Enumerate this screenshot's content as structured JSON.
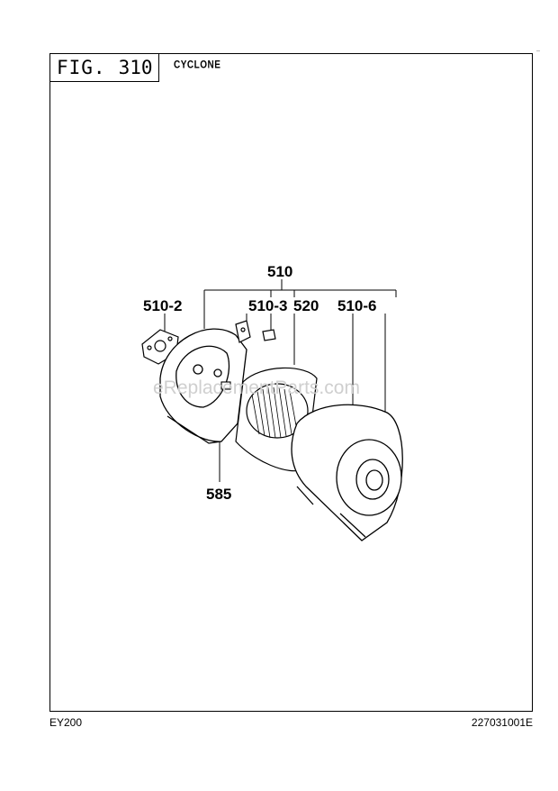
{
  "header": {
    "fig_label": "FIG.",
    "fig_number": "310",
    "section_title": "CYCLONE"
  },
  "footer": {
    "model": "EY200",
    "part_code": "227031001E"
  },
  "watermark": "eReplacementParts.com",
  "part_labels": {
    "p510": "510",
    "p510_2": "510-2",
    "p510_3": "510-3",
    "p520": "520",
    "p510_6": "510-6",
    "p585": "585"
  }
}
